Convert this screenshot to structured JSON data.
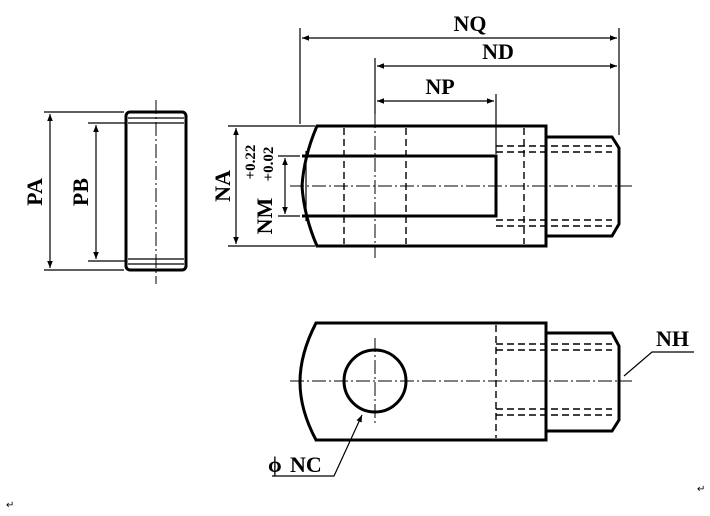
{
  "drawing": {
    "labels": {
      "pa": "PA",
      "pb": "PB",
      "na": "NA",
      "nm": "NM",
      "nm_upper_tol": "+0.22",
      "nm_lower_tol": "+0.02",
      "nq": "NQ",
      "nd": "ND",
      "np": "NP",
      "nh": "NH",
      "nc": "NC",
      "phi": "ϕ"
    },
    "marks": {
      "return_mark_bottom_left": "↵",
      "return_mark_bottom_right": "↵"
    }
  }
}
